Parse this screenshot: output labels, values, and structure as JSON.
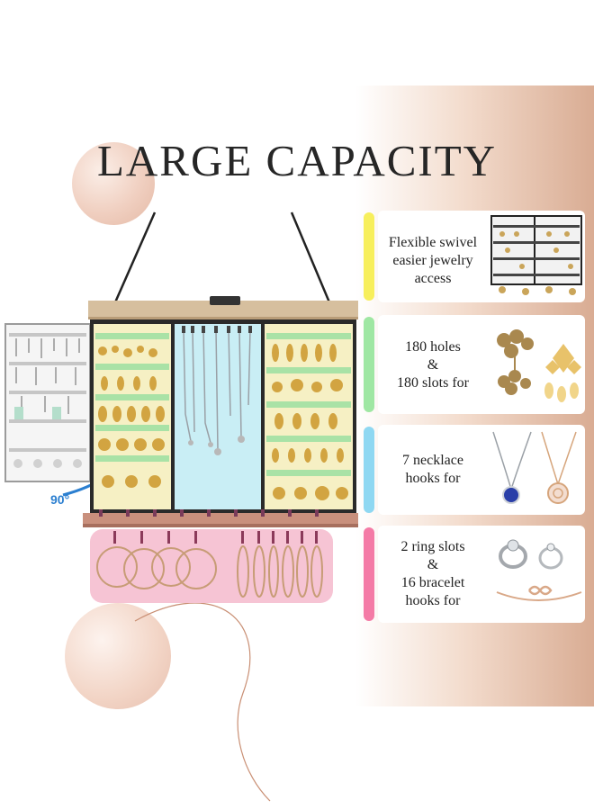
{
  "title": "LARGE CAPACITY",
  "product_overlay": {
    "rotation_label": "90°"
  },
  "features": [
    {
      "lines": [
        "Flexible swivel",
        "easier jewelry",
        "access"
      ],
      "color": "#f7ef5c",
      "icon": "jewelry-stand-icon"
    },
    {
      "lines": [
        "180 holes",
        "&",
        "180 slots for"
      ],
      "color": "#9fe7a3",
      "icon": "earrings-icon"
    },
    {
      "lines": [
        "7 necklace",
        "hooks for"
      ],
      "color": "#8fd8f2",
      "icon": "necklace-icon"
    },
    {
      "lines": [
        "2 ring slots",
        "&",
        "16 bracelet",
        "hooks for"
      ],
      "color": "#f47ba6",
      "icon": "rings-bracelet-icon"
    }
  ]
}
